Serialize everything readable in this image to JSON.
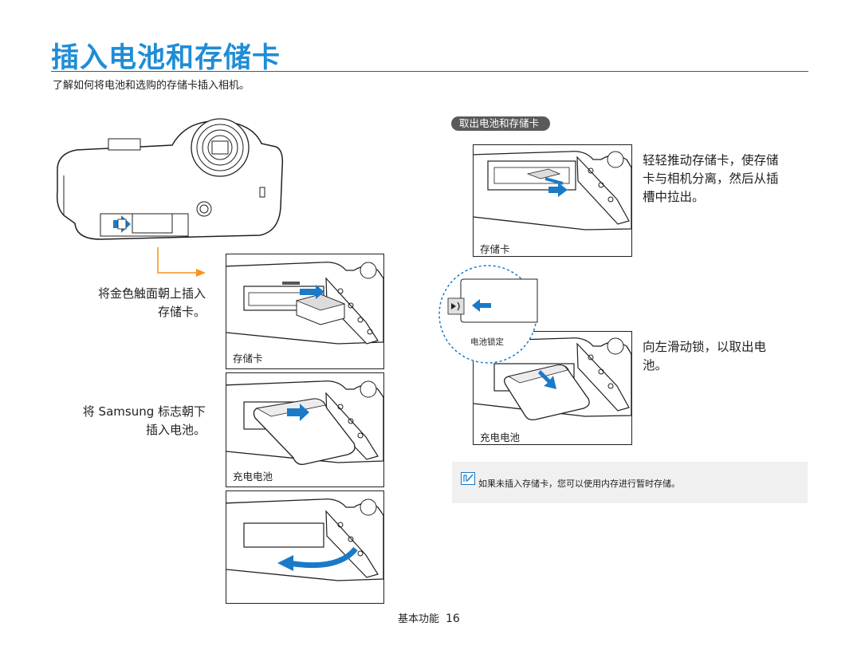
{
  "header": {
    "title": "插入电池和存储卡",
    "subtitle": "了解如何将电池和选购的存储卡插入相机。"
  },
  "insert": {
    "step1_lines": [
      "将金色触面朝上插入",
      "存储卡。"
    ],
    "step1_label": "存储卡",
    "step2_lines": [
      "将 Samsung 标志朝下",
      "插入电池。"
    ],
    "step2_label": "充电电池"
  },
  "remove": {
    "heading": "取出电池和存储卡",
    "card_lines": [
      "轻轻推动存储卡，使存储",
      "卡与相机分离，然后从插",
      "槽中拉出。"
    ],
    "card_label": "存储卡",
    "lock_label": "电池锁定",
    "battery_lines": [
      "向左滑动锁，以取出电",
      "池。"
    ],
    "battery_label": "充电电池"
  },
  "note": {
    "icon": "note-icon",
    "text": "如果未插入存储卡，您可以使用内存进行暂时存储。"
  },
  "footer": {
    "section": "基本功能",
    "page": "16"
  },
  "colors": {
    "accent_blue": "#1f8dd6",
    "arrow_orange": "#f7941d",
    "arrow_blue": "#1a7ac7"
  }
}
